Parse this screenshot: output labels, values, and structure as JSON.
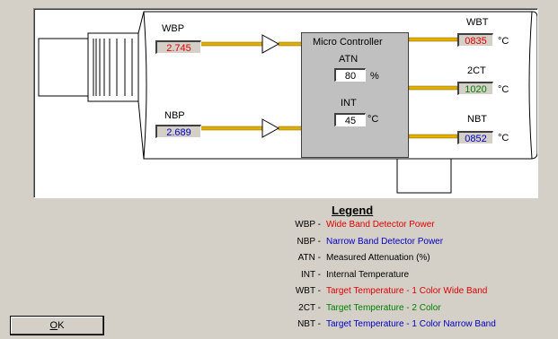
{
  "colors": {
    "red": "#e00000",
    "blue": "#0000c0",
    "green": "#008000",
    "wire": "#e0b000"
  },
  "sensors": {
    "wbp": {
      "label": "WBP",
      "value": "2.745"
    },
    "nbp": {
      "label": "NBP",
      "value": "2.689"
    }
  },
  "controller": {
    "title": "Micro Controller",
    "atn": {
      "label": "ATN",
      "value": "80",
      "unit": "%"
    },
    "int": {
      "label": "INT",
      "value": "45",
      "unit": "°C"
    }
  },
  "outputs": {
    "wbt": {
      "label": "WBT",
      "value": "0835",
      "unit": "°C"
    },
    "ct2": {
      "label": "2CT",
      "value": "1020",
      "unit": "°C"
    },
    "nbt": {
      "label": "NBT",
      "value": "0852",
      "unit": "°C"
    }
  },
  "legend": {
    "title": "Legend",
    "items": [
      {
        "key": "WBP -",
        "text": "Wide Band Detector Power",
        "color": "#e00000"
      },
      {
        "key": "NBP -",
        "text": "Narrow Band Detector Power",
        "color": "#0000c0"
      },
      {
        "key": "ATN -",
        "text": "Measured Attenuation (%)",
        "color": "#000000"
      },
      {
        "key": "INT -",
        "text": "Internal Temperature",
        "color": "#000000"
      },
      {
        "key": "WBT -",
        "text": "Target Temperature - 1 Color Wide Band",
        "color": "#e00000"
      },
      {
        "key": "2CT -",
        "text": "Target Temperature - 2 Color",
        "color": "#008000"
      },
      {
        "key": "NBT -",
        "text": "Target Temperature - 1 Color Narrow Band",
        "color": "#0000c0"
      }
    ]
  },
  "ok_button": {
    "accel": "O",
    "rest": "K"
  }
}
